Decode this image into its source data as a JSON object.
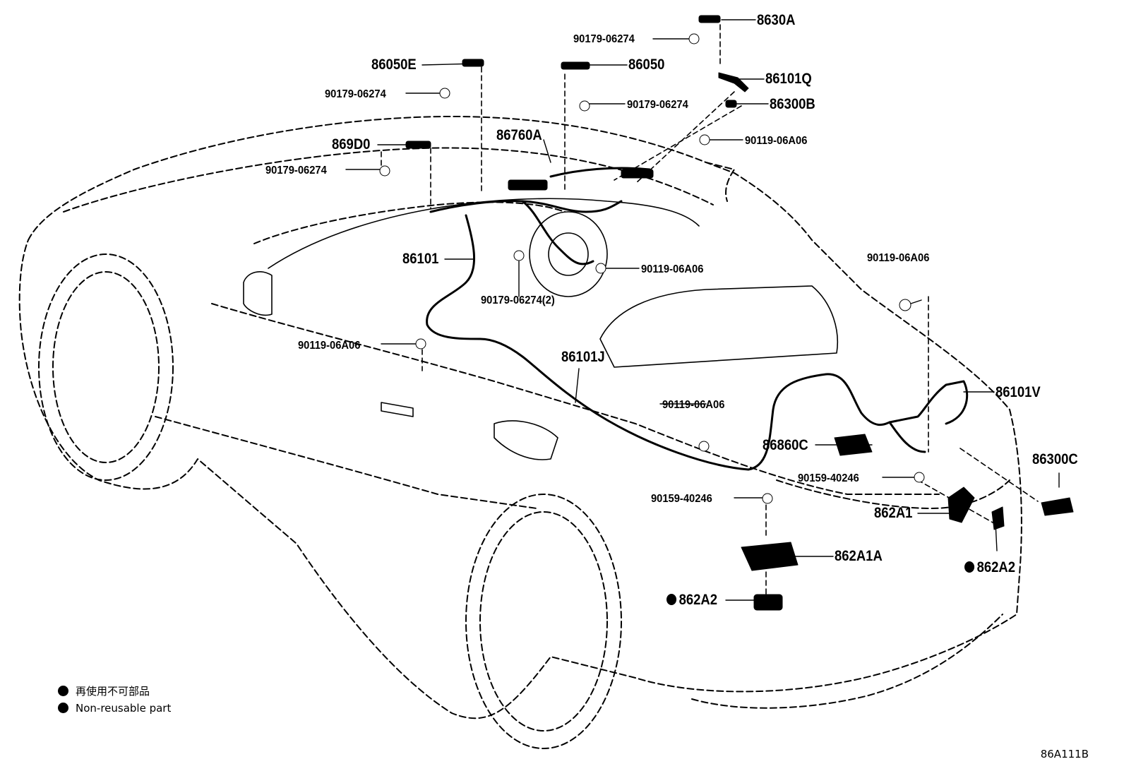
{
  "diagram": {
    "parts": {
      "p8630A": "8630A",
      "p90179_a": "90179-06274",
      "p86050E": "86050E",
      "p86050": "86050",
      "p86101Q": "86101Q",
      "p90179_b": "90179-06274",
      "p90179_c": "90179-06274",
      "p86300B": "86300B",
      "p86760A": "86760A",
      "p90119_a": "90119-06A06",
      "p869D0": "869D0",
      "p90179_d": "90179-06274",
      "p86101": "86101",
      "p90119_b": "90119-06A06",
      "p90119_c": "90119-06A06",
      "p90179_2": "90179-06274(2)",
      "p90119_d": "90119-06A06",
      "p86101J": "86101J",
      "p86101V": "86101V",
      "p90119_e": "90119-06A06",
      "p86860C": "86860C",
      "p86300C": "86300C",
      "p90159_a": "90159-40246",
      "p90159_b": "90159-40246",
      "p862A1": "862A1",
      "p862A1A": "862A1A",
      "p862A2_r": "862A2",
      "p862A2_l": "862A2"
    },
    "legend": {
      "japanese": "再使用不可部品",
      "english": "Non-reusable part"
    },
    "figure_code": "86A111B"
  }
}
